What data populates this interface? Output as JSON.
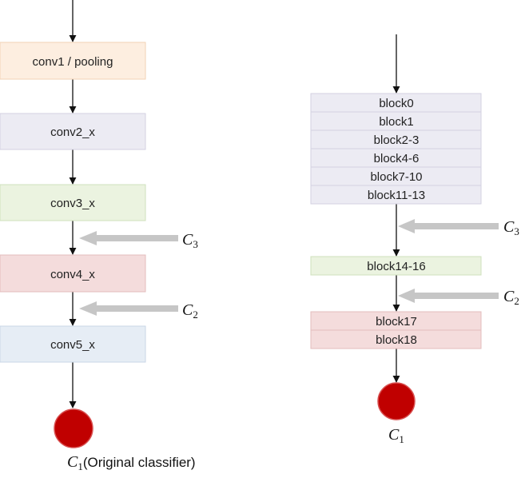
{
  "colors": {
    "orange": "#fdeee0",
    "orange_border": "#f2d3b6",
    "lavender": "#ecebf3",
    "lavender_border": "#d3d1e1",
    "green": "#ebf3e0",
    "green_border": "#cfe0bd",
    "pink": "#f4dcdc",
    "pink_border": "#e3bdbd",
    "light_blue": "#e6edf5",
    "light_blue_border": "#c9d6e6",
    "classifier": "#c00000",
    "classifier_border": "#d85050",
    "arrow": "#111111",
    "side_arrow": "#c6c6c6"
  },
  "left": {
    "blocks": [
      {
        "label": "conv1 / pooling",
        "color": "orange"
      },
      {
        "label": "conv2_x",
        "color": "lavender"
      },
      {
        "label": "conv3_x",
        "color": "green"
      },
      {
        "label": "conv4_x",
        "color": "pink"
      },
      {
        "label": "conv5_x",
        "color": "light_blue"
      }
    ],
    "side_inputs": [
      {
        "letter": "C",
        "sub": "3"
      },
      {
        "letter": "C",
        "sub": "2"
      }
    ],
    "classifier": {
      "letter": "C",
      "sub": "1",
      "note": "(Original classifier)"
    }
  },
  "right": {
    "groups": [
      {
        "color": "lavender",
        "rows": [
          "block0",
          "block1",
          "block2-3",
          "block4-6",
          "block7-10",
          "block11-13"
        ]
      },
      {
        "color": "green",
        "rows": [
          "block14-16"
        ]
      },
      {
        "color": "pink",
        "rows": [
          "block17",
          "block18"
        ]
      }
    ],
    "side_inputs": [
      {
        "letter": "C",
        "sub": "3"
      },
      {
        "letter": "C",
        "sub": "2"
      }
    ],
    "classifier": {
      "letter": "C",
      "sub": "1"
    }
  }
}
